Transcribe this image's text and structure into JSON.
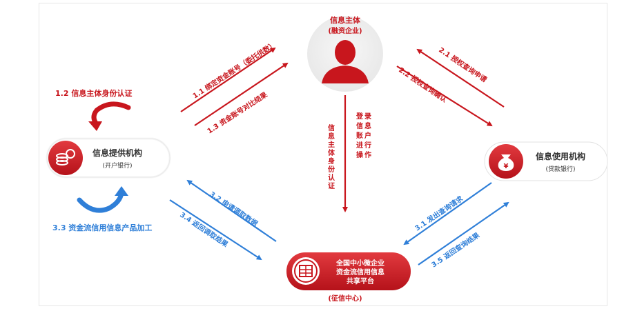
{
  "subject": {
    "title": "信息主体",
    "subtitle": "(融资企业)"
  },
  "provider": {
    "title": "信息提供机构",
    "subtitle": "(开户银行)"
  },
  "user": {
    "title": "信息使用机构",
    "subtitle": "(贷款银行)"
  },
  "platform": {
    "lines": [
      "全国中小微企业",
      "资金流信用信息",
      "共享平台"
    ],
    "subtitle": "(征信中心)"
  },
  "steps": {
    "s1_1": "1.1 绑定资金账号（委托供数）",
    "s1_2": "1.2 信息主体身份认证",
    "s1_3": "1.3 资金账号对比结果",
    "s2_1": "2.1 授权查询申请",
    "s2_2": "2.2 授权查询确认",
    "s3_1": "3.1 发出查询请求",
    "s3_2": "3.2 申请调取数据",
    "s3_3": "3.3 资金流信用信息产品加工",
    "s3_4": "3.4 返回调取结果",
    "s3_5": "3.5 返回查询结果"
  },
  "vertical": {
    "left": [
      "信",
      "息",
      "主",
      "体",
      "身",
      "份",
      "认",
      "证"
    ],
    "right": [
      "登",
      "录",
      "信",
      "息",
      "账",
      "户",
      "进",
      "行",
      "操",
      "作"
    ]
  },
  "colors": {
    "red": "#c8161d",
    "blue": "#2f7fd8",
    "gray": "#9a9a9a"
  },
  "icons": {
    "subject": "person-icon",
    "provider": "coin-stack-icon",
    "user": "money-bag-icon",
    "platform": "seal-icon"
  }
}
